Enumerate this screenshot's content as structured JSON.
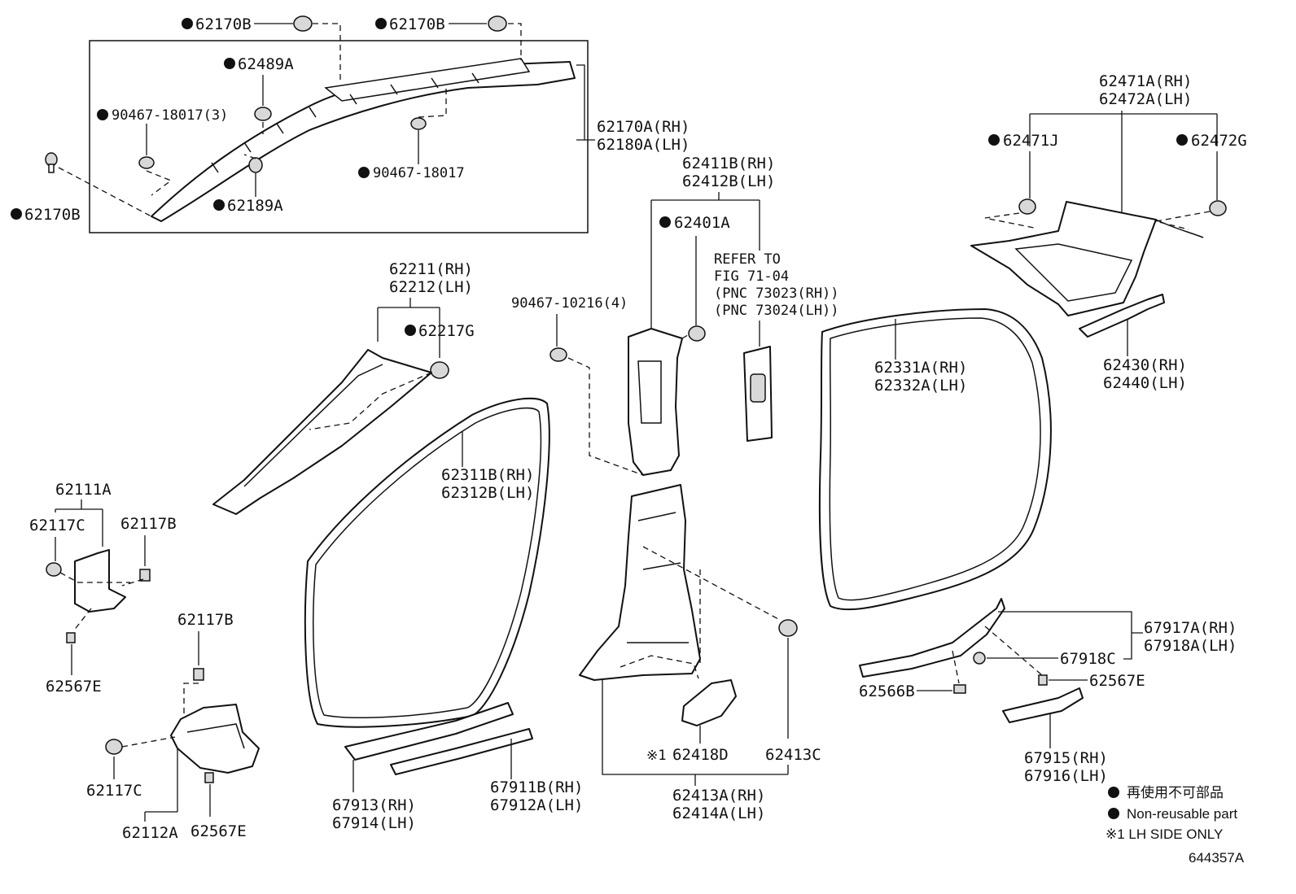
{
  "labels": {
    "p62170B_top1": "62170B",
    "p62170B_top2": "62170B",
    "p62489A": "62489A",
    "p90467_18017_3": "90467-18017(3)",
    "p62170A_rh": "62170A(RH)",
    "p62180A_lh": "62180A(LH)",
    "p90467_18017": "90467-18017",
    "p62189A": "62189A",
    "p62170B_left": "62170B",
    "p62411B_rh": "62411B(RH)",
    "p62412B_lh": "62412B(LH)",
    "p62401A": "62401A",
    "refer_1": "REFER TO",
    "refer_2": "FIG 71-04",
    "refer_3": "(PNC 73023(RH))",
    "refer_4": "(PNC 73024(LH))",
    "p62471A_rh": "62471A(RH)",
    "p62472A_lh": "62472A(LH)",
    "p62471J": "62471J",
    "p62472G": "62472G",
    "p62211_rh": "62211(RH)",
    "p62212_lh": "62212(LH)",
    "p62217G": "62217G",
    "p90467_10216_4": "90467-10216(4)",
    "p62331A_rh": "62331A(RH)",
    "p62332A_lh": "62332A(LH)",
    "p62430_rh": "62430(RH)",
    "p62440_lh": "62440(LH)",
    "p62111A": "62111A",
    "p62117C_top": "62117C",
    "p62117B_top": "62117B",
    "p62311B_rh": "62311B(RH)",
    "p62312B_lh": "62312B(LH)",
    "p62567E_left": "62567E",
    "p62117B_mid": "62117B",
    "p67917A_rh": "67917A(RH)",
    "p67918A_lh": "67918A(LH)",
    "p67918C": "67918C",
    "p62567E_right": "62567E",
    "p62566B": "62566B",
    "p62418D": "62418D",
    "p62418D_mark": "※1",
    "p62413C": "62413C",
    "p67915_rh": "67915(RH)",
    "p67916_lh": "67916(LH)",
    "p62117C_bot": "62117C",
    "p62112A": "62112A",
    "p62567E_bot": "62567E",
    "p67913_rh": "67913(RH)",
    "p67914_lh": "67914(LH)",
    "p67911B_rh": "67911B(RH)",
    "p67912A_lh": "67912A(LH)",
    "p62413A_rh": "62413A(RH)",
    "p62414A_lh": "62414A(LH)"
  },
  "legend": {
    "jp": "再使用不可部品",
    "en": "Non-reusable part",
    "note": "※1 LH SIDE ONLY"
  },
  "figure_id": "644357A"
}
